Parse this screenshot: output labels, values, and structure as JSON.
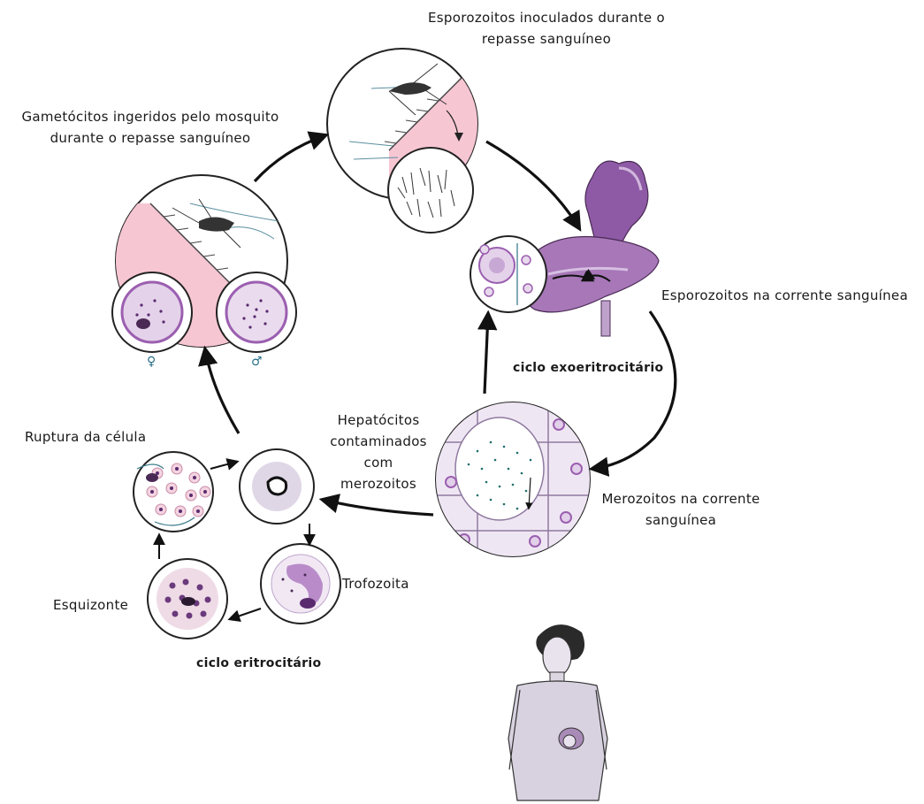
{
  "labels": {
    "sporozoites_inoculated": "Esporozoitos inoculados durante o repasse sanguíneo",
    "gametocytes_ingested": "Gametócitos ingeridos pelo mosquito durante o repasse sanguíneo",
    "sporozoites_bloodstream": "Esporozoitos na corrente sanguínea",
    "exoerythrocytic_cycle": "ciclo exoeritrocitário",
    "infected_hepatocytes": "Hepatócitos contaminados com merozoitos",
    "merozoites_bloodstream": "Merozoitos na corrente sanguínea",
    "cell_rupture": "Ruptura da célula",
    "trophozoite": "Trofozoita",
    "schizont": "Esquizonte",
    "erythrocytic_cycle": "ciclo eritrocitário"
  },
  "symbols": {
    "female": "♀",
    "male": "♂"
  },
  "colors": {
    "pink": "#f7c6d3",
    "purple": "#9b5fb0",
    "dark_purple": "#5a2a6e",
    "light_purple": "#d9c2e3",
    "liver": "#a777b8",
    "arrow": "#111111"
  }
}
